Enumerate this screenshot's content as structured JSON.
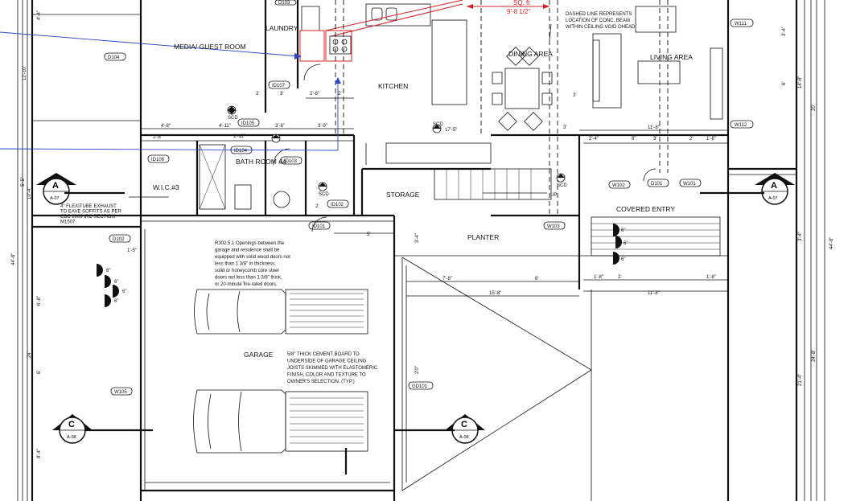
{
  "rooms": {
    "laundry": "LAUNDRY",
    "media": "MEDIA/ GUEST ROOM",
    "kitchen": "KITCHEN",
    "dining": "DINING AREA",
    "living": "LIVING AREA",
    "bath": "BATH ROOM #4",
    "wic": "W.I.C.#3",
    "storage": "STORAGE",
    "planter": "PLANTER",
    "covered_entry": "COVERED ENTRY",
    "garage": "GARAGE"
  },
  "tags": {
    "d103_top": "D103",
    "d104": "D104",
    "id107": "ID107",
    "id105": "ID105",
    "id104": "ID104",
    "id106": "ID106",
    "id103": "ID103",
    "id102": "ID102",
    "id101": "ID101",
    "d102": "D102",
    "w105": "W105",
    "w111": "W111",
    "w112": "W112",
    "w102": "W102",
    "d101": "D101",
    "w101": "W101",
    "w103": "W103",
    "gd101": "GD101"
  },
  "notes": {
    "sq_ft_red": "SQ. ft",
    "dim_red": "9'-8 1/2\"",
    "beam_note": "DASHED LINE REPRESENTS LOCATION OF CONC. BEAM WITHIN CEILING VOID OHEAD.",
    "fire_note": "R302.5.1 Openings between the garage and residence shall be equipped with solid wood doors not less than 1 3/8\" in thickness, solid or honeycomb core steel doors not less than 1 3/8\" thick, or 20-minute fire-rated doors.",
    "cement_note": "5/8\" THICK CEMENT BOARD TO UNDERSIDE OF GARAGE CEILING JOISTS SKIMMED WITH ELASTOMERIC FINISH, COLOR AND TEXTURE TO OWNER'S SELECTION. (TYP.)",
    "exhaust_note": "4\" FLEXITUBE EXHAUST TO EAVE SOFFITS AS PER CBC 2009 IRC SECTION M1507",
    "up": "UP",
    "scd": "SCD"
  },
  "section_markers": [
    {
      "letter": "A",
      "sheet": "A-07"
    },
    {
      "letter": "A",
      "sheet": "A-07"
    },
    {
      "letter": "C",
      "sheet": "A-08"
    },
    {
      "letter": "C",
      "sheet": "A-08"
    }
  ],
  "dimensions": {
    "d_4_8": "4'-8\"",
    "d_4_11": "4'-11\"",
    "d_3_6": "3'-6\"",
    "d_3_9": "3'-9\"",
    "d_2_8a": "2'-8\"",
    "d_1_11": "1'-11\"",
    "d_2_8b": "2'-8\"",
    "d_2_4": "2'-4\"",
    "d_2": "2'",
    "d_2b": "2'",
    "d_3": "3'",
    "d_17_5": "17'-5\"",
    "d_3b": "3'",
    "d_11_8": "11'-8\"",
    "d_2_4b": "2'-4\"",
    "d_8": "8\"",
    "d_3c": "3'",
    "d_2c": "2'",
    "d_1_8": "1'-8\"",
    "d_5": "5'",
    "d_3_4": "3'-4\"",
    "d_7_8": "7'-8\"",
    "d_8b": "8'",
    "d_15_8": "15'-8\"",
    "d_11_8b": "11'-8\"",
    "d_1_8b": "1'-8\"",
    "d_2d": "2'",
    "d_1_8c": "1'-8\"",
    "d_1_5": "1'-5\"",
    "d_6": "6\"",
    "d_20": "20'",
    "d_24": "24'",
    "d_44_8": "44'-8\"",
    "d_10_4": "10'-4\"",
    "d_5_5": "5'-5\"",
    "d_12_10": "12'-10\"",
    "d_6_8": "6'-8\"",
    "d_6b": "6'",
    "d_8_4": "8'-4\"",
    "d_14_8": "14'-8\"",
    "d_20b": "20'",
    "d_3_4b": "3'-4\"",
    "d_24_8": "24'-8\"",
    "d_21_4": "21'-4\"",
    "d_44_8b": "44'-8\"",
    "d_2_0": "2'0\"",
    "d_3_4c": "3'-4\"",
    "d_6c": "6'",
    "d_2e": "2'",
    "d_3d": "3'",
    "d_4_4": "4'-4\""
  }
}
